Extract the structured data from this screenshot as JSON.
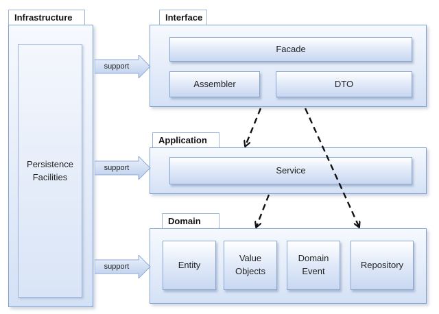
{
  "infrastructure": {
    "title": "Infrastructure",
    "facility_line1": "Persistence",
    "facility_line2": "Facilities"
  },
  "interface": {
    "title": "Interface",
    "facade": "Facade",
    "assembler": "Assembler",
    "dto": "DTO"
  },
  "application": {
    "title": "Application",
    "service": "Service"
  },
  "domain": {
    "title": "Domain",
    "entity": "Entity",
    "value_objects_line1": "Value",
    "value_objects_line2": "Objects",
    "domain_event_line1": "Domain",
    "domain_event_line2": "Event",
    "repository": "Repository"
  },
  "support_label": "support"
}
